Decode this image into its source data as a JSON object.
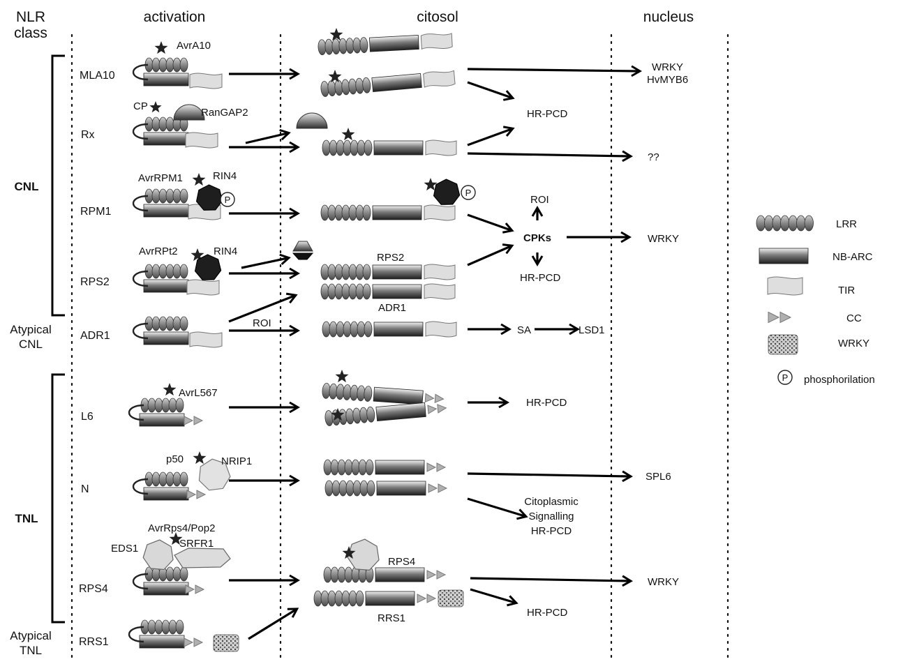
{
  "headers": {
    "nlr_class": [
      "NLR",
      "class"
    ],
    "activation": "activation",
    "citosol": "citosol",
    "nucleus": "nucleus"
  },
  "classes": {
    "cnl": "CNL",
    "atypical_cnl": [
      "Atypical",
      "CNL"
    ],
    "tnl": "TNL",
    "atypical_tnl": [
      "Atypical",
      "TNL"
    ]
  },
  "rows": [
    "MLA10",
    "Rx",
    "RPM1",
    "RPS2",
    "ADR1",
    "L6",
    "N",
    "RPS4",
    "RRS1"
  ],
  "labels": {
    "avra10": "AvrA10",
    "cp": "CP",
    "rangap2": "RanGAP2",
    "avrrpm1": "AvrRPM1",
    "rin4_a": "RIN4",
    "avrrpt2": "AvrRPt2",
    "rin4_b": "RIN4",
    "roi_adr1": "ROI",
    "avrl567": "AvrL567",
    "p50": "p50",
    "nrip1": "NRIP1",
    "avrrps4": "AvrRps4/Pop2",
    "eds1": "EDS1",
    "srfr1": "SRFR1",
    "rps2_cyto": "RPS2",
    "adr1_cyto": "ADR1",
    "rps4_cyto": "RPS4",
    "rrs1_cyto": "RRS1",
    "phospho_p": "P"
  },
  "outcomes": {
    "wrky_1": "WRKY",
    "hvmyb6": "HvMYB6",
    "hrpcd_1": "HR-PCD",
    "qq": "??",
    "roi": "ROI",
    "cpks": "CPKs",
    "wrky_2": "WRKY",
    "hrpcd_2": "HR-PCD",
    "sa": "SA",
    "lsd1": "LSD1",
    "hrpcd_3": "HR-PCD",
    "spl6": "SPL6",
    "cyto_signal": [
      "Citoplasmic",
      "Signalling",
      "HR-PCD"
    ],
    "wrky_3": "WRKY",
    "hrpcd_4": "HR-PCD"
  },
  "legend": [
    {
      "icon": "lrr",
      "label": "LRR"
    },
    {
      "icon": "nbarc",
      "label": "NB-ARC"
    },
    {
      "icon": "tir",
      "label": "TIR"
    },
    {
      "icon": "cc",
      "label": "CC"
    },
    {
      "icon": "wrky",
      "label": "WRKY"
    },
    {
      "icon": "phospho",
      "label": "phosphorilation"
    }
  ],
  "colors": {
    "lrr": "#8a8a8a",
    "nbarc_dark": "#3a3a3a",
    "tir": "#dcdcdc",
    "cc": "#a8a8a8",
    "arrow": "#000000"
  }
}
